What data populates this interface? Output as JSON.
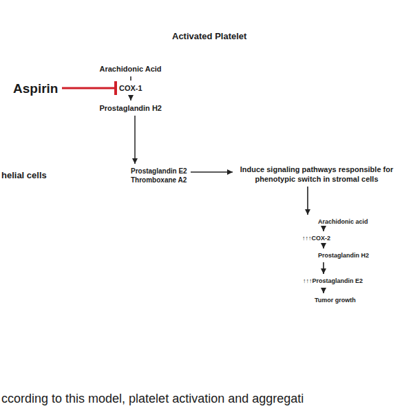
{
  "diagram": {
    "nodes": [
      {
        "text": [
          "Activated Platelet"
        ]
      },
      {
        "text": [
          "Arachidonic Acid"
        ],
        "in": 0
      },
      {
        "text": [
          "Aspirin"
        ]
      },
      {
        "text": [
          "COX-1"
        ],
        "in": 0
      },
      {
        "text": [
          "Prostaglandin H2"
        ],
        "in": 0
      },
      {
        "text": [
          "Prostaglandin E2",
          "Thromboxane A2"
        ]
      },
      {
        "text": [
          "Induce signaling pathways responsible for phenotypic switch in stromal cells"
        ]
      },
      {
        "text": [
          "Arachidonic acid"
        ]
      },
      {
        "text": [
          "↑↑↑COX-2"
        ]
      },
      {
        "text": [
          "Prostaglandin H2"
        ]
      },
      {
        "text": [
          "↑↑↑Prostaglandin E2"
        ]
      },
      {
        "text": [
          "Tumor growth"
        ]
      }
    ],
    "edges": [
      {
        "from": 1,
        "to": 3,
        "arrow": "none"
      },
      {
        "from": 2,
        "to": 3,
        "arrow": "to"
      },
      {
        "from": 3,
        "to": 4,
        "arrow": "to"
      },
      {
        "from": 4,
        "to": 5,
        "arrow": "to"
      },
      {
        "from": 5,
        "to": 6,
        "arrow": "to"
      },
      {
        "from": 6,
        "to": 7,
        "arrow": "to"
      },
      {
        "from": 7,
        "to": 8,
        "arrow": "to"
      },
      {
        "from": 8,
        "to": 9,
        "arrow": "to"
      },
      {
        "from": 9,
        "to": 10,
        "arrow": "to"
      },
      {
        "from": 10,
        "to": 11,
        "arrow": "to"
      }
    ],
    "labels": [
      "helial cells",
      "ccording to this model, platelet activation and aggregati"
    ]
  }
}
